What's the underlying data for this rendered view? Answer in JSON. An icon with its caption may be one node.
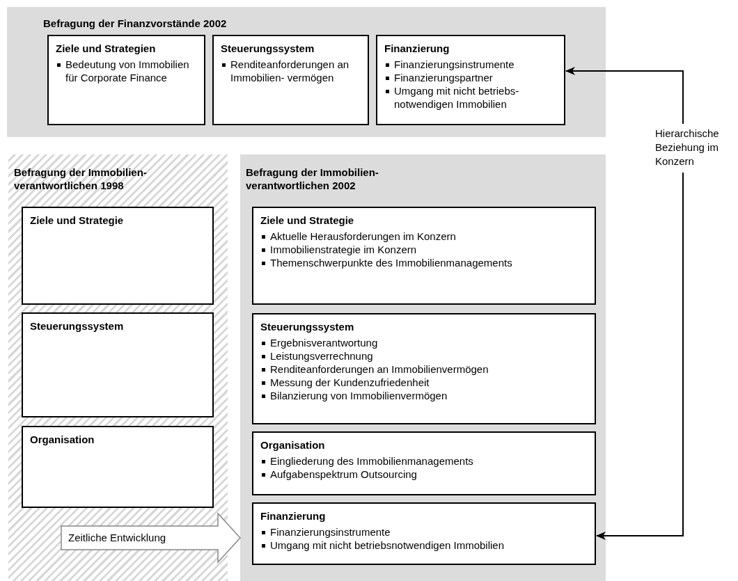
{
  "diagram": {
    "nodes": [
      {
        "text": [
          "Befragung der Finanzvorstände 2002"
        ]
      },
      {
        "text": [
          "Ziele und Strategien",
          "Bedeutung von Immobilien für Corporate Finance"
        ],
        "in": 0
      },
      {
        "text": [
          "Steuerungssystem",
          "Renditeanforderungen an Immobilien- vermögen"
        ],
        "in": 0
      },
      {
        "text": [
          "Finanzierung",
          "Finanzierungsinstrumente",
          "Finanzierungspartner",
          "Umgang mit nicht betriebs- notwendigen Immobilien"
        ],
        "in": 0
      },
      {
        "text": [
          "Befragung der Immobilien- verantwortlichen 1998"
        ]
      },
      {
        "text": [
          "Ziele und Strategie"
        ],
        "in": 4
      },
      {
        "text": [
          "Steuerungssystem"
        ],
        "in": 4
      },
      {
        "text": [
          "Organisation"
        ],
        "in": 4
      },
      {
        "text": [
          "Befragung der Immobilien- verantwortlichen 2002"
        ]
      },
      {
        "text": [
          "Ziele und Strategie",
          "Aktuelle Herausforderungen im Konzern",
          "Immobilienstrategie im Konzern",
          "Themenschwerpunkte des Immobilienmanagements"
        ],
        "in": 8
      },
      {
        "text": [
          "Steuerungssystem",
          "Ergebnisverantwortung",
          "Leistungsverrechnung",
          "Renditeanforderungen an Immobilienvermögen",
          "Messung der Kundenzufriedenheit",
          "Bilanzierung von Immobilienvermögen"
        ],
        "in": 8
      },
      {
        "text": [
          "Organisation",
          "Eingliederung des Immobilienmanagements",
          "Aufgabenspektrum Outsourcing"
        ],
        "in": 8
      },
      {
        "text": [
          "Finanzierung",
          "Finanzierungsinstrumente",
          "Umgang mit nicht betriebsnotwendigen Immobilien"
        ],
        "in": 8
      },
      {
        "text": [
          "Hierarchische Beziehung im Konzern"
        ]
      }
    ],
    "edges": [
      {
        "from": 13,
        "to": 3,
        "arrow": "to"
      },
      {
        "from": 13,
        "to": 12,
        "arrow": "to"
      },
      {
        "from": 4,
        "to": 8,
        "arrow": "to",
        "label": "Zeitliche Entwicklung",
        "style": "thick"
      }
    ]
  }
}
